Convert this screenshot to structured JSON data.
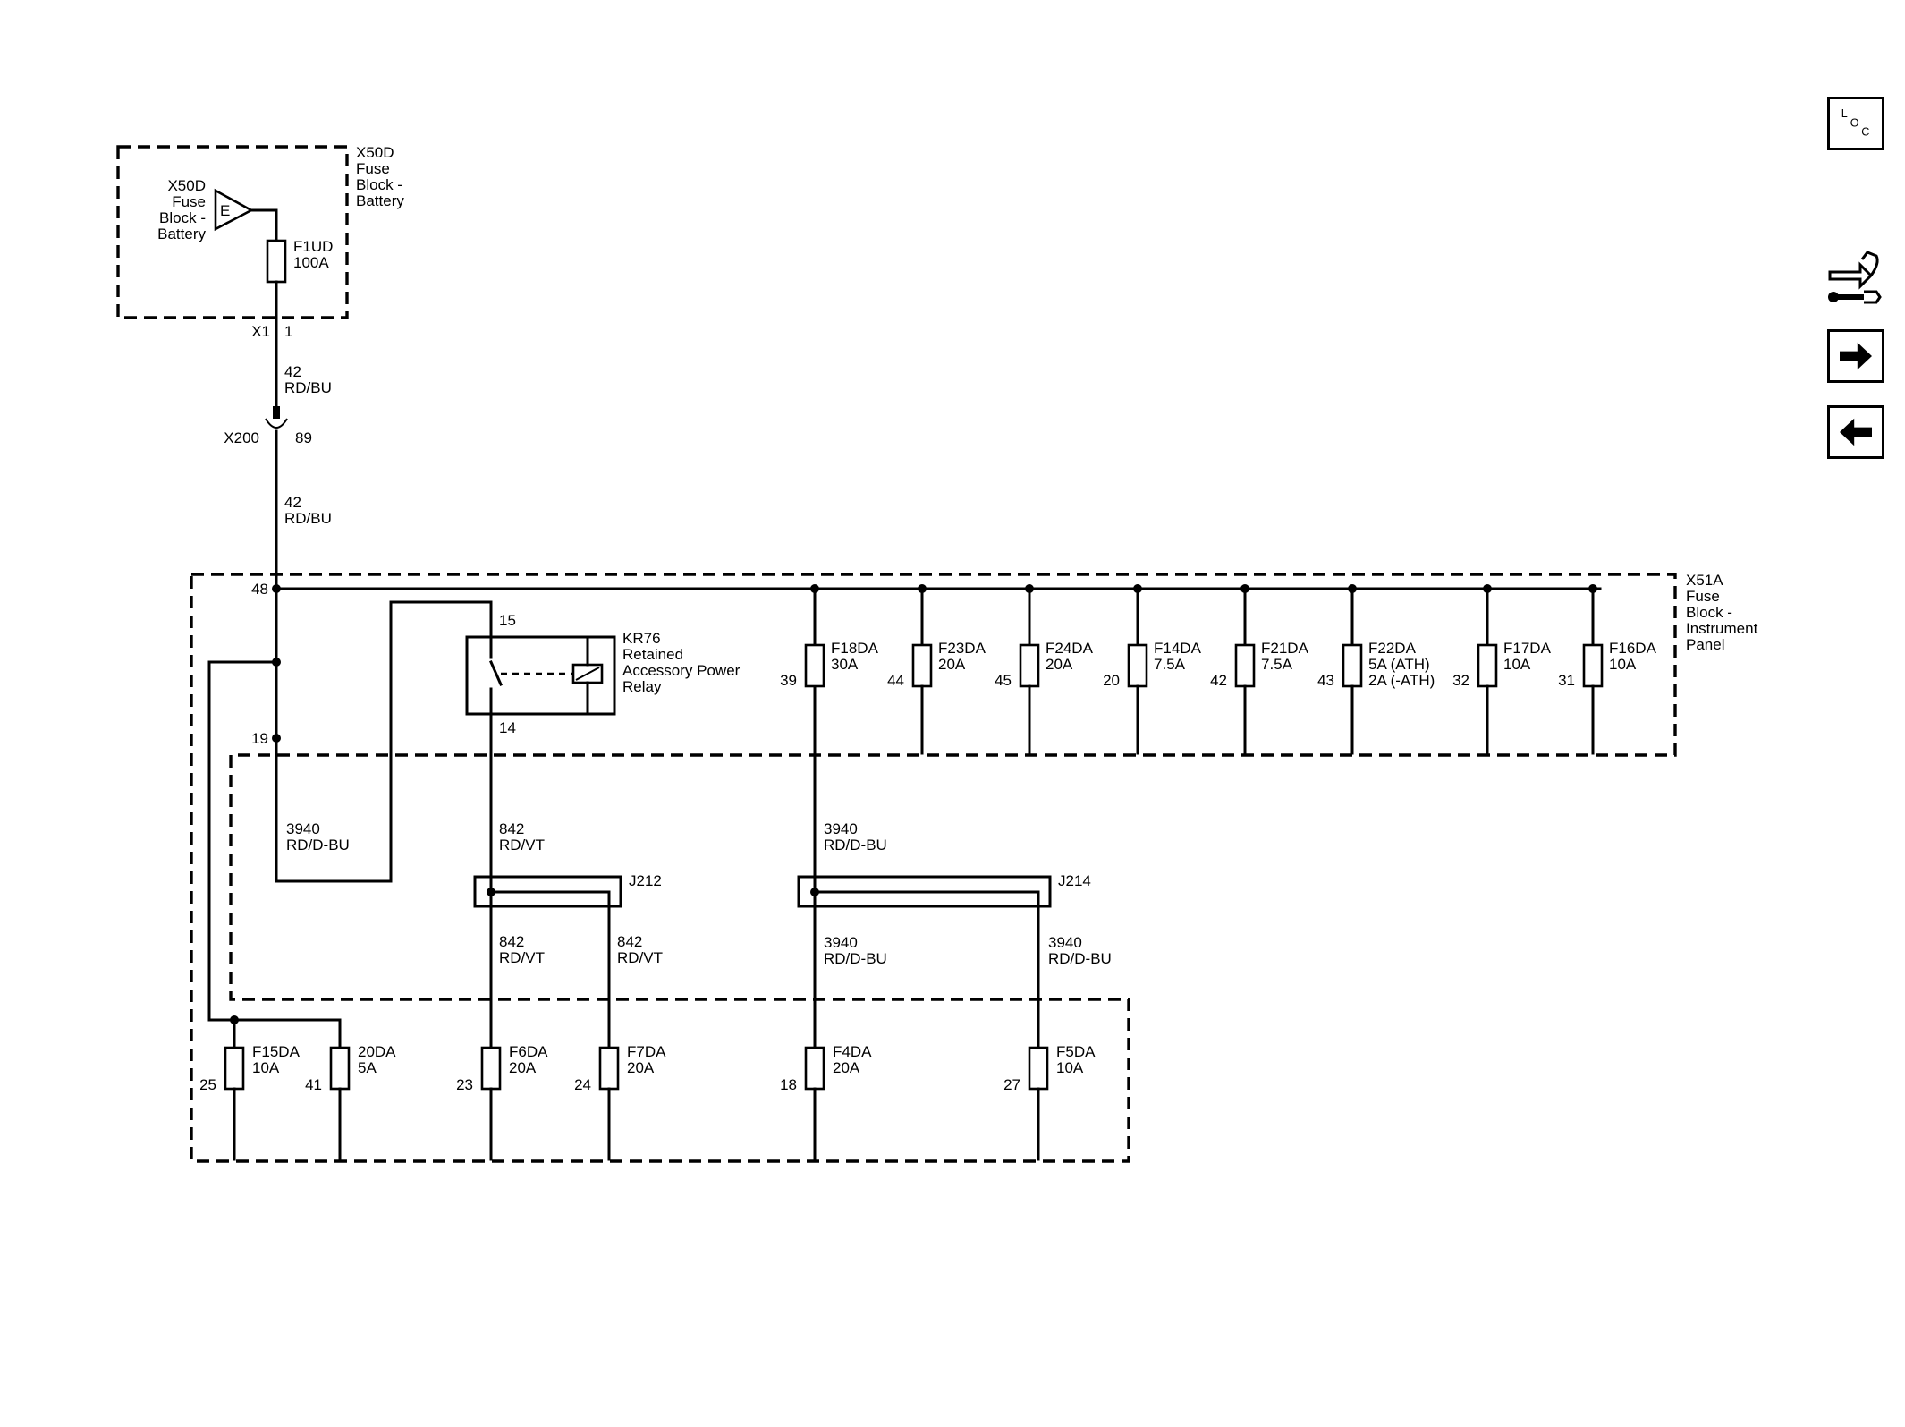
{
  "x50d": {
    "title": [
      "X50D",
      "Fuse",
      "Block -",
      "Battery"
    ],
    "source_label": [
      "X50D",
      "Fuse",
      "Block -",
      "Battery"
    ],
    "source_letter": "E",
    "fuse": {
      "name": "F1UD",
      "rating": "100A"
    },
    "connector": "X1",
    "pin": "1"
  },
  "wire_upper": {
    "circuit": "42",
    "color": "RD/BU"
  },
  "inline_connector": {
    "name": "X200",
    "pin": "89"
  },
  "wire_lower": {
    "circuit": "42",
    "color": "RD/BU"
  },
  "x51a": {
    "title": [
      "X51A",
      "Fuse",
      "Block -",
      "Instrument",
      "Panel"
    ],
    "input_pin": "48",
    "pin_19": "19",
    "relay": {
      "name": [
        "KR76",
        "Retained",
        "Accessory Power",
        "Relay"
      ],
      "pin_in": "15",
      "pin_out": "14"
    },
    "top_fuses": [
      {
        "name": "F18DA",
        "rating": "30A",
        "pin": "39"
      },
      {
        "name": "F23DA",
        "rating": "20A",
        "pin": "44"
      },
      {
        "name": "F24DA",
        "rating": "20A",
        "pin": "45"
      },
      {
        "name": "F14DA",
        "rating": "7.5A",
        "pin": "20"
      },
      {
        "name": "F21DA",
        "rating": "7.5A",
        "pin": "42"
      },
      {
        "name": "F22DA",
        "rating": "5A (ATH)",
        "rating2": "2A (-ATH)",
        "pin": "43"
      },
      {
        "name": "F17DA",
        "rating": "10A",
        "pin": "32"
      },
      {
        "name": "F16DA",
        "rating": "10A",
        "pin": "31"
      }
    ],
    "bottom_fuses": [
      {
        "name": "F15DA",
        "rating": "10A",
        "pin": "25"
      },
      {
        "name": "20DA",
        "rating": "5A",
        "pin": "41"
      },
      {
        "name": "F6DA",
        "rating": "20A",
        "pin": "23"
      },
      {
        "name": "F7DA",
        "rating": "20A",
        "pin": "24"
      },
      {
        "name": "F4DA",
        "rating": "20A",
        "pin": "18"
      },
      {
        "name": "F5DA",
        "rating": "10A",
        "pin": "27"
      }
    ]
  },
  "wires": {
    "w3940_left": {
      "circuit": "3940",
      "color": "RD/D-BU"
    },
    "w842_top": {
      "circuit": "842",
      "color": "RD/VT"
    },
    "w3940_mid": {
      "circuit": "3940",
      "color": "RD/D-BU"
    },
    "w842_a": {
      "circuit": "842",
      "color": "RD/VT"
    },
    "w842_b": {
      "circuit": "842",
      "color": "RD/VT"
    },
    "w3940_a": {
      "circuit": "3940",
      "color": "RD/D-BU"
    },
    "w3940_b": {
      "circuit": "3940",
      "color": "RD/D-BU"
    }
  },
  "splices": {
    "j212": "J212",
    "j214": "J214"
  },
  "nav": {
    "loc": [
      "L",
      "O",
      "C"
    ],
    "icons": [
      "schematic-link-icon",
      "next-page-icon",
      "previous-page-icon"
    ]
  }
}
